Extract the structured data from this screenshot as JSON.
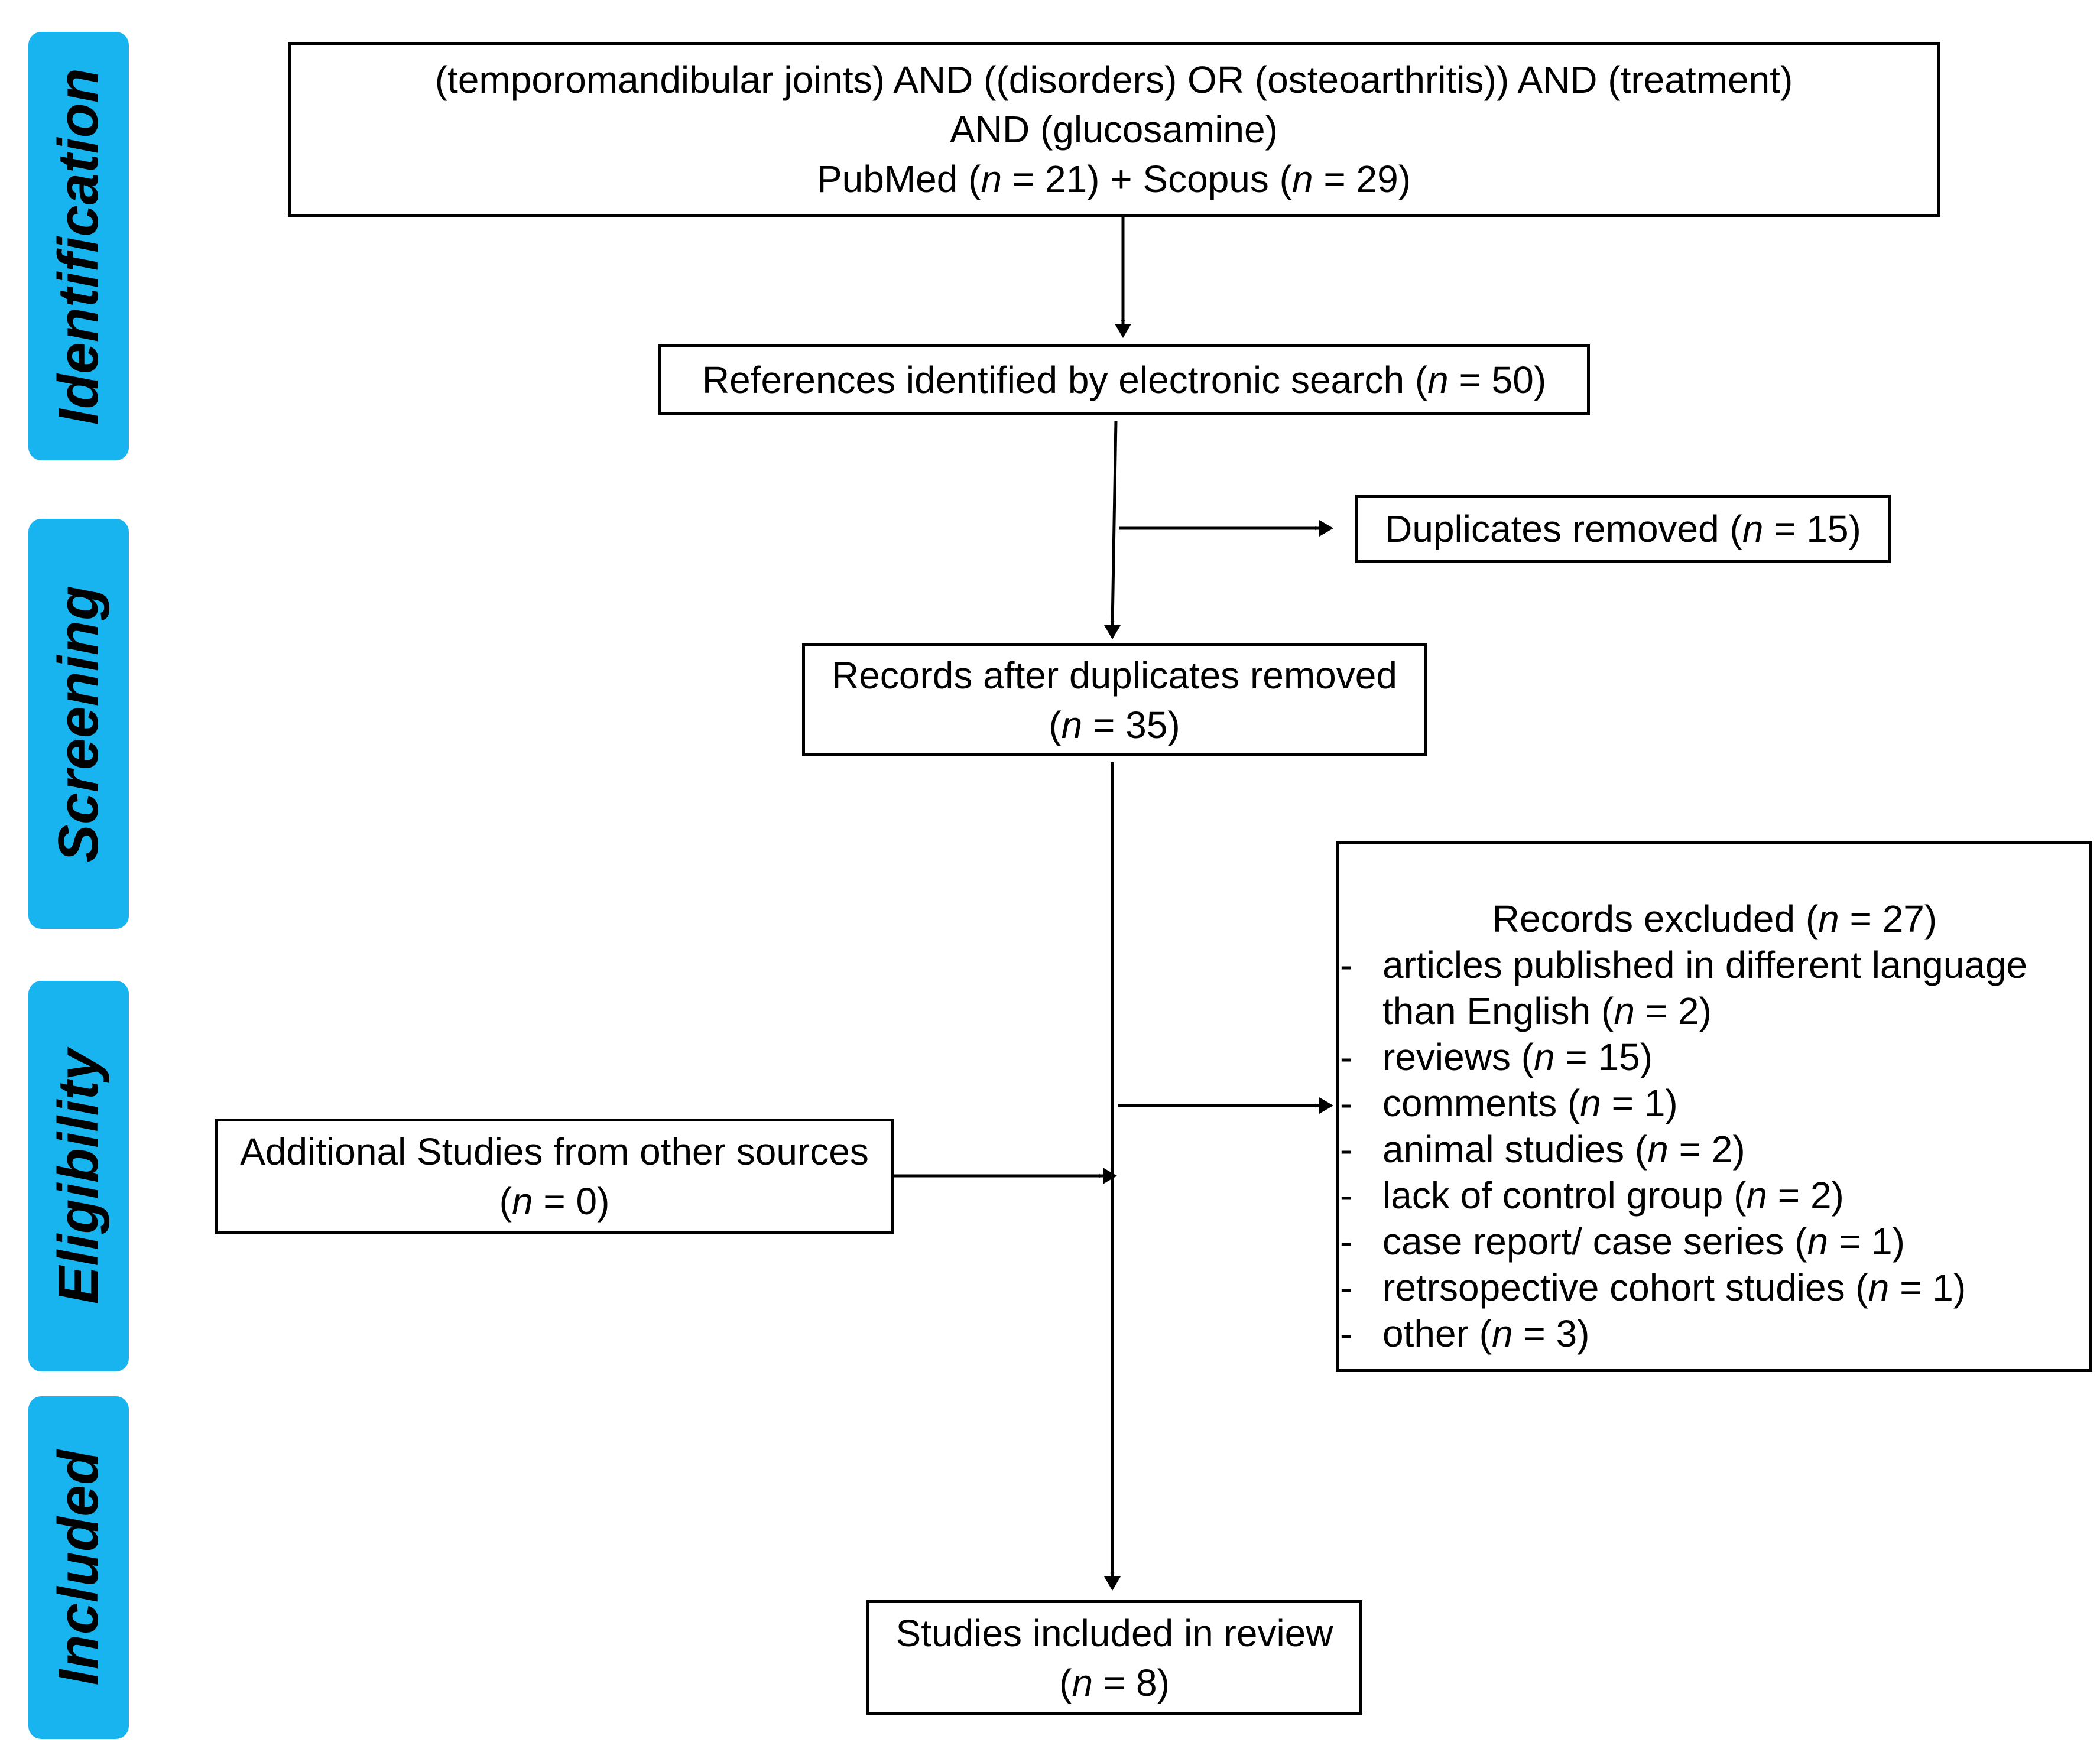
{
  "stages": [
    {
      "label": "Identification"
    },
    {
      "label": "Screening"
    },
    {
      "label": "Eligibility"
    },
    {
      "label": "Included"
    }
  ],
  "search": {
    "line1": "(temporomandibular joints) AND ((disorders) OR (osteoarthritis)) AND (treatment)",
    "line2": "AND (glucosamine)",
    "pubmed_label": "PubMed (",
    "pubmed_n": "n",
    "pubmed_count": " = 21) + Scopus (",
    "scopus_n": "n",
    "scopus_count": " = 29)"
  },
  "identified": {
    "text": "References identified by electronic search (",
    "n": "n",
    "count": " = 50)"
  },
  "duplicates": {
    "text": "Duplicates removed (",
    "n": "n",
    "count": " = 15)"
  },
  "after_duplicates": {
    "line1": "Records after duplicates removed",
    "open": "(",
    "n": "n",
    "count": " = 35)"
  },
  "excluded": {
    "title_text": "Records excluded (",
    "title_n": "n",
    "title_count": " = 27)",
    "items": [
      {
        "dash": "-",
        "text": "articles published in different language",
        "cont": "than English (",
        "n": "n",
        "count": " = 2)"
      },
      {
        "dash": "-",
        "text": "reviews (",
        "n": "n",
        "count": " = 15)"
      },
      {
        "dash": "-",
        "text": "comments (",
        "n": "n",
        "count": " = 1)"
      },
      {
        "dash": "-",
        "text": "animal studies (",
        "n": "n",
        "count": " = 2)"
      },
      {
        "dash": "-",
        "text": "lack of control group (",
        "n": "n",
        "count": " = 2)"
      },
      {
        "dash": "-",
        "text": "case report/ case series (",
        "n": "n",
        "count": " = 1)"
      },
      {
        "dash": "-",
        "text": "retrsopective cohort studies (",
        "n": "n",
        "count": " = 1)"
      },
      {
        "dash": "-",
        "text": "other (",
        "n": "n",
        "count": " = 3)"
      }
    ]
  },
  "additional": {
    "line1": "Additional Studies from other sources",
    "open": "(",
    "n": "n",
    "count": " = 0)"
  },
  "included": {
    "line1": "Studies included in review",
    "open": "(",
    "n": "n",
    "count": " = 8)"
  },
  "colors": {
    "stage_fill": "#18b4f0",
    "stroke": "#000000",
    "background": "#ffffff"
  }
}
